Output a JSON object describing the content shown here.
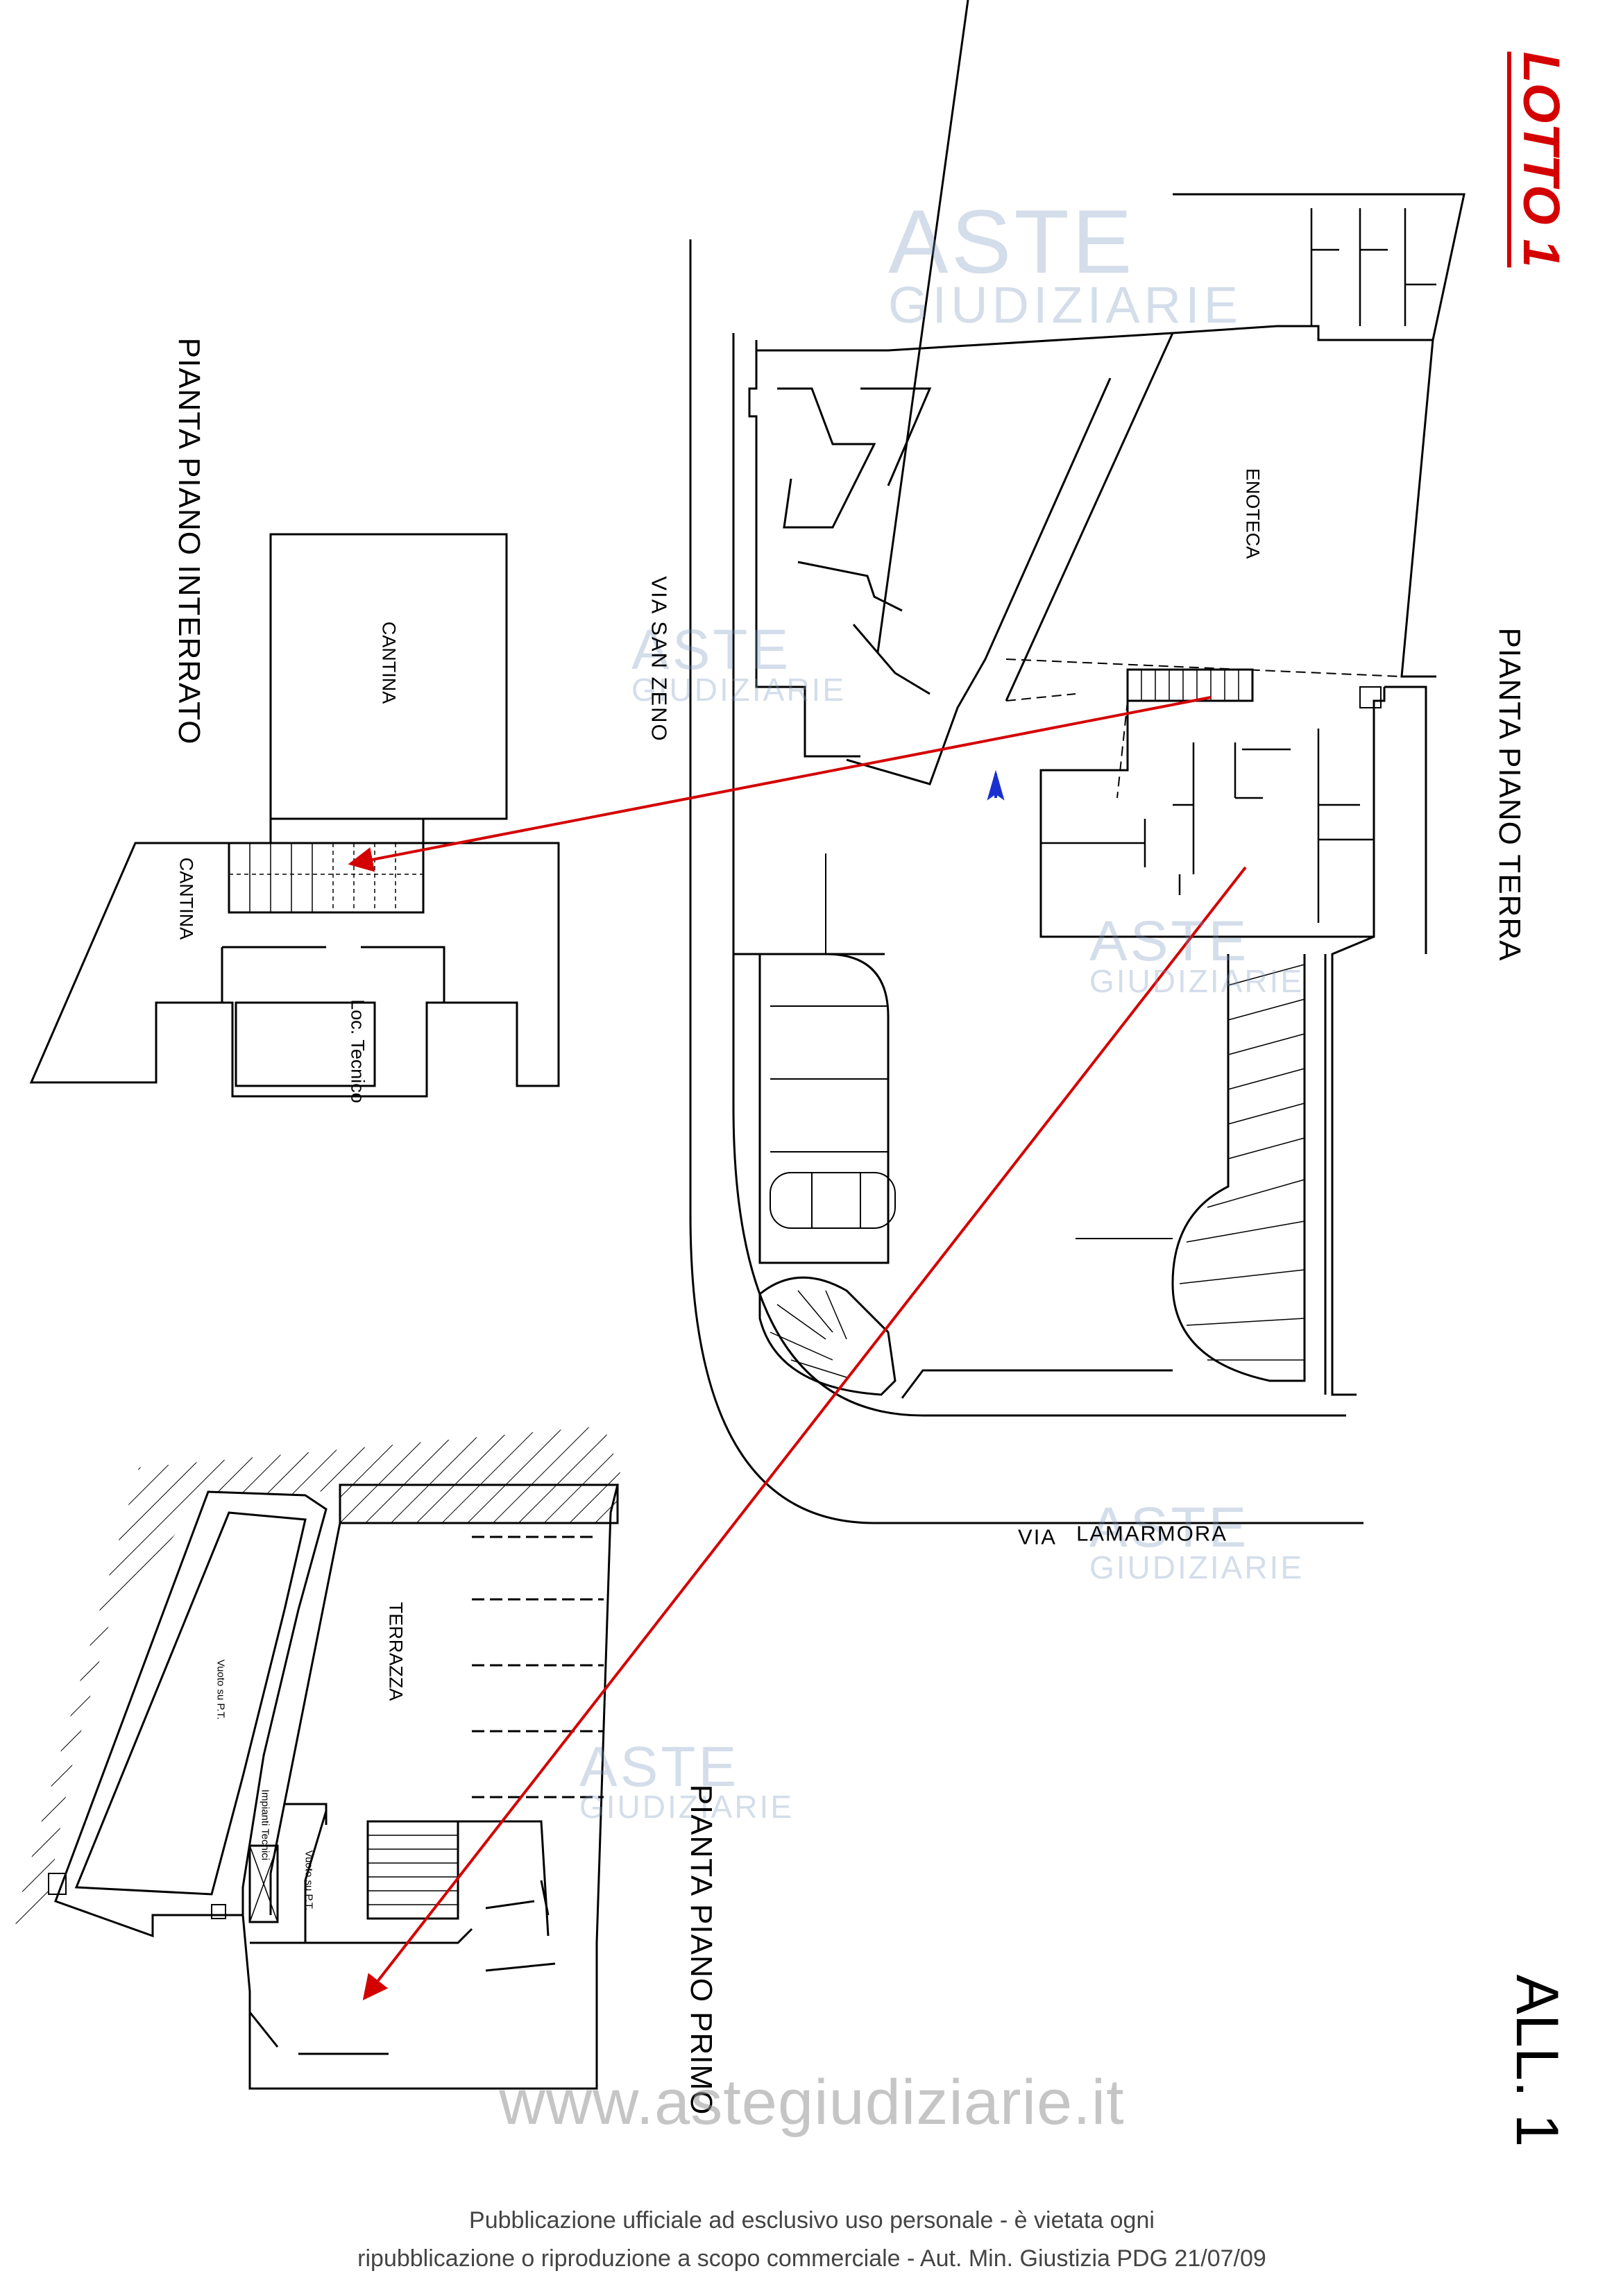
{
  "lotto_label": "LOTTO 1",
  "allegato_label": "ALL. 1",
  "plans": {
    "interrato": {
      "title": "PIANTA PIANO INTERRATO",
      "room_cantina_upper": "CANTINA",
      "room_cantina_lower": "CANTINA",
      "room_loc_tecnico": "Loc. Tecnico"
    },
    "terra": {
      "title": "PIANTA PIANO TERRA",
      "room_enoteca": "ENOTECA"
    },
    "primo": {
      "title": "PIANTA PIANO PRIMO",
      "room_terrazza": "TERRAZZA",
      "room_vuoto_1": "Vuoto su P.T.",
      "room_vuoto_2": "Vuoto su P.T.",
      "room_impianti": "Impianti Tecnici"
    }
  },
  "streets": {
    "san_zeno": "VIA   SAN ZENO",
    "lamarmora_via": "VIA",
    "lamarmora_name": "LAMARMORA"
  },
  "watermark": {
    "logo_top": "ASTE",
    "logo_bottom": "GIUDIZIARIE",
    "site": "www.astegiudiziarie.it"
  },
  "footer": {
    "line1": "Pubblicazione ufficiale ad esclusivo uso personale - è vietata ogni",
    "line2": "ripubblicazione o riproduzione a scopo commerciale - Aut. Min. Giustizia PDG 21/07/09"
  },
  "colors": {
    "wall": "#000000",
    "arrow": "#d40000",
    "north_arrow": "#1a2fd0",
    "title_red": "#d40000"
  }
}
